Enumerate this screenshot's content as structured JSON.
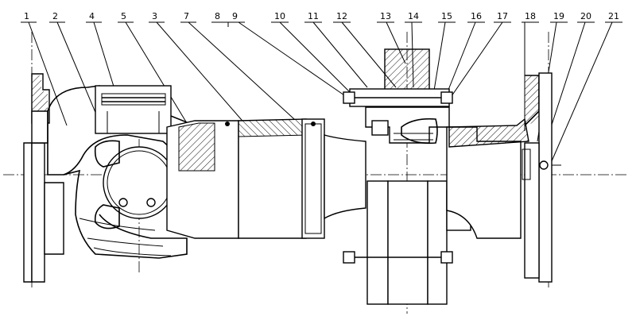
{
  "drawing": {
    "callouts": [
      {
        "number": "1"
      },
      {
        "number": "2"
      },
      {
        "number": "4"
      },
      {
        "number": "5"
      },
      {
        "number": "3"
      },
      {
        "number": "7"
      },
      {
        "number": "8"
      },
      {
        "number": "9"
      },
      {
        "number": "10"
      },
      {
        "number": "11"
      },
      {
        "number": "12"
      },
      {
        "number": "13"
      },
      {
        "number": "14"
      },
      {
        "number": "15"
      },
      {
        "number": "16"
      },
      {
        "number": "17"
      },
      {
        "number": "18"
      },
      {
        "number": "19"
      },
      {
        "number": "20"
      },
      {
        "number": "21"
      }
    ],
    "colors": {
      "line": "#000000",
      "hatch": "#000000",
      "background": "#ffffff"
    }
  }
}
